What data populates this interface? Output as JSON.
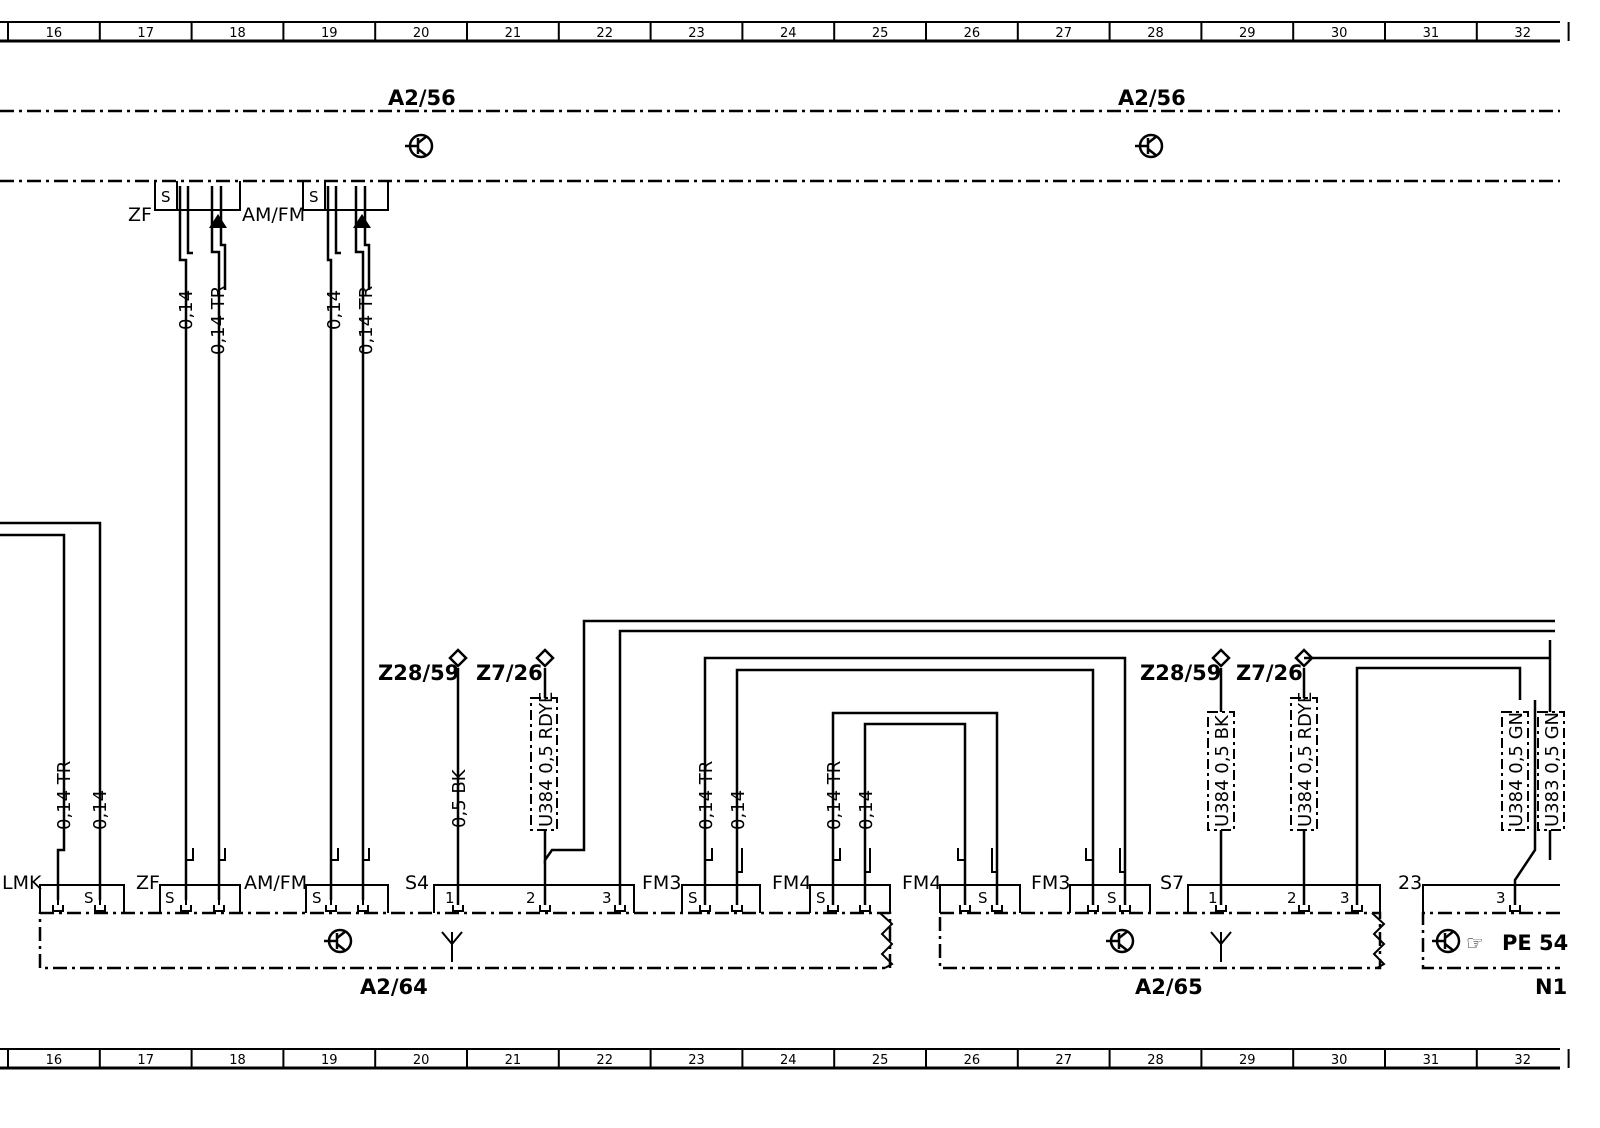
{
  "grid": {
    "columns": [
      "16",
      "17",
      "18",
      "19",
      "20",
      "21",
      "22",
      "23",
      "24",
      "25",
      "26",
      "27",
      "28",
      "29",
      "30",
      "31",
      "32"
    ]
  },
  "top_unit": {
    "label_left": "A2/56",
    "label_right": "A2/56",
    "conn_left_a": "ZF",
    "conn_left_b": "AM/FM"
  },
  "top_wires": {
    "w1": "0,14",
    "w2": "0,14  TR",
    "w3": "0,14",
    "w4": "0,14  TR"
  },
  "left_wires": {
    "w1": "0,14  TR",
    "w2": "0,14"
  },
  "unit_a264": {
    "label": "A2/64",
    "conn_lmk": "LMK",
    "conn_zf": "ZF",
    "conn_amfm": "AM/FM",
    "conn_s4": "S4",
    "conn_fm3": "FM3",
    "conn_fm4": "FM4",
    "pin1": "1",
    "pin2": "2",
    "pin3": "3",
    "wire_bk": "0,5  BK",
    "wire_u384": "U384  0,5  RDYE",
    "gnd_a": "Z28/59",
    "gnd_b": "Z7/26",
    "fm3_w1": "0,14  TR",
    "fm3_w2": "0,14",
    "fm4_w1": "0,14  TR",
    "fm4_w2": "0,14"
  },
  "unit_a265": {
    "label": "A2/65",
    "conn_fm4": "FM4",
    "conn_fm3": "FM3",
    "conn_s7": "S7",
    "pin1": "1",
    "pin2": "2",
    "pin3": "3",
    "wire_bk": "U384  0,5  BK",
    "wire_rdye": "U384  0,5  RDYE",
    "gnd_a": "Z28/59",
    "gnd_b": "Z7/26"
  },
  "unit_n1": {
    "label": "N1",
    "conn": "23",
    "pin3": "3",
    "ref": "PE 54",
    "wire_gn1": "U384  0,5  GN",
    "wire_gn2": "U383  0,5  GN"
  },
  "shield_letter": "S"
}
